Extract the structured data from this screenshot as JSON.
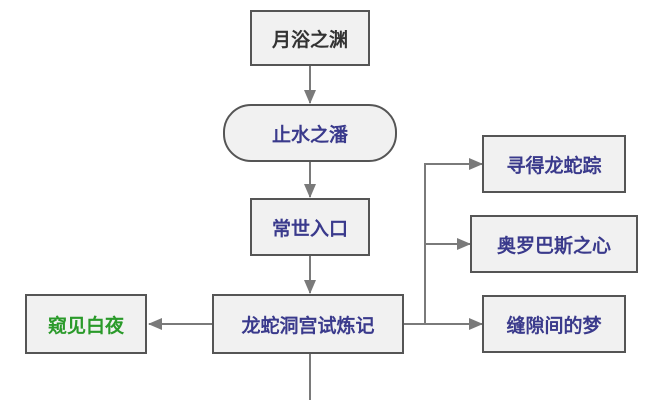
{
  "colors": {
    "background": "#ffffff",
    "node_fill": "#f1f1f1",
    "node_border": "#555555",
    "edge": "#7a7a7a",
    "text_dark": "#333333",
    "text_blue": "#3a3a8c",
    "text_green": "#2a9a2a"
  },
  "nodes": {
    "n1": "月浴之渊",
    "n2": "止水之潘",
    "n3": "常世入口",
    "n4": "龙蛇洞宫试炼记",
    "n5": "窥见白夜",
    "n6": "寻得龙蛇踪",
    "n7": "奥罗巴斯之心",
    "n8": "缝隙间的梦"
  },
  "edges": [
    {
      "from": "n1",
      "to": "n2"
    },
    {
      "from": "n2",
      "to": "n3"
    },
    {
      "from": "n3",
      "to": "n4"
    },
    {
      "from": "n4",
      "to": "n5"
    },
    {
      "from": "n4",
      "to": "n6"
    },
    {
      "from": "n4",
      "to": "n7"
    },
    {
      "from": "n4",
      "to": "n8"
    }
  ]
}
